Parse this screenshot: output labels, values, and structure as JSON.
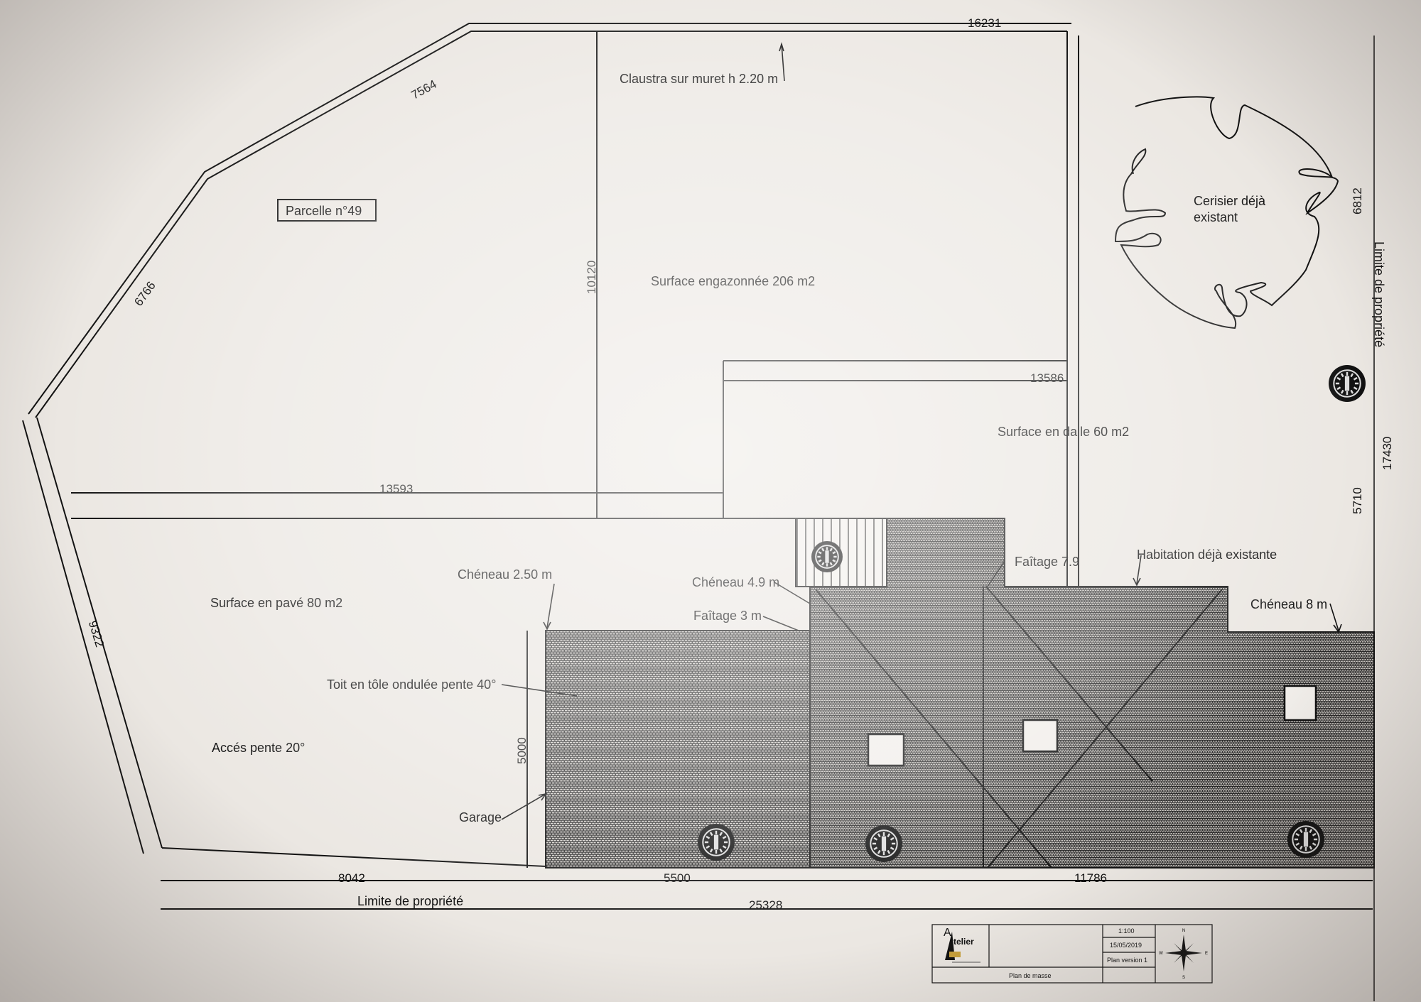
{
  "labels": {
    "parcelle": "Parcelle n°49",
    "claustra": "Claustra sur muret h 2.20 m",
    "surface_engazonnee": "Surface engazonnée 206 m2",
    "cerisier_1": "Cerisier déjà",
    "cerisier_2": "existant",
    "limite_droite": "Limite de propriété",
    "surface_dalle": "Surface en dalle 60 m2",
    "habitation": "Habitation déjà existante",
    "faitage_79": "Faîtage 7.9",
    "cheneau_49": "Chéneau 4.9 m",
    "faitage_3": "Faîtage 3 m",
    "cheneau_250": "Chéneau 2.50 m",
    "cheneau_8": "Chéneau 8 m",
    "surface_pave": "Surface en pavé 80 m2",
    "toit_tole": "Toit en tôle ondulée pente 40°",
    "acces": "Accés pente 20°",
    "garage": "Garage",
    "limite_bas": "Limite de propriété"
  },
  "dimensions": {
    "d16231": "16231",
    "d7564": "7564",
    "d6766": "6766",
    "d10120": "10120",
    "d6812": "6812",
    "d13586": "13586",
    "d17430": "17430",
    "d13593": "13593",
    "d5710": "5710",
    "d9322": "9322",
    "d5000": "5000",
    "d8042": "8042",
    "d5500": "5500",
    "d11786": "11786",
    "d25328": "25328"
  },
  "title_block": {
    "scale": "1:100",
    "date": "15/05/2019",
    "version": "Plan version 1",
    "title": "Plan de masse",
    "logo_text": "telier",
    "logo_initial": "A"
  },
  "icons": {
    "north_arrow": "compass-rose-icon",
    "downspout": "downspout-icon"
  },
  "colors": {
    "paper": "#ebe7e2",
    "ink": "#111111"
  }
}
